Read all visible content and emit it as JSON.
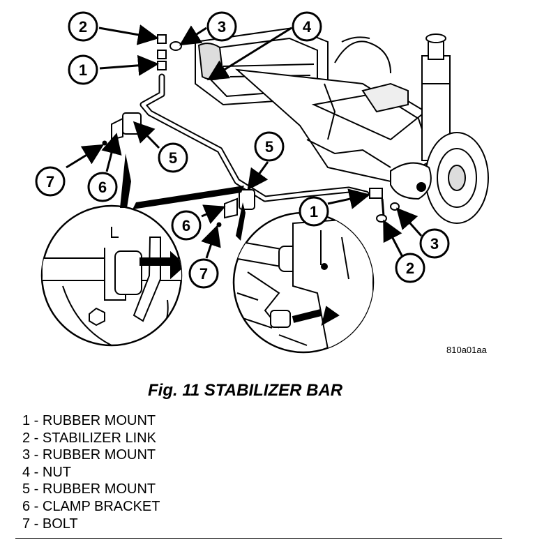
{
  "figure": {
    "title": "Fig. 11 STABILIZER BAR",
    "drawing_code": "810a01aa"
  },
  "callouts": [
    {
      "id": "c2a",
      "num": "2"
    },
    {
      "id": "c3a",
      "num": "3"
    },
    {
      "id": "c4",
      "num": "4"
    },
    {
      "id": "c1a",
      "num": "1"
    },
    {
      "id": "c5a",
      "num": "5"
    },
    {
      "id": "c7a",
      "num": "7"
    },
    {
      "id": "c6a",
      "num": "6"
    },
    {
      "id": "c5b",
      "num": "5"
    },
    {
      "id": "c6b",
      "num": "6"
    },
    {
      "id": "c7b",
      "num": "7"
    },
    {
      "id": "c1b",
      "num": "1"
    },
    {
      "id": "c3b",
      "num": "3"
    },
    {
      "id": "c2b",
      "num": "2"
    }
  ],
  "legend": [
    "1 - RUBBER MOUNT",
    "2 - STABILIZER LINK",
    "3 - RUBBER MOUNT",
    "4 - NUT",
    "5 - RUBBER MOUNT",
    "6 - CLAMP BRACKET",
    "7 - BOLT"
  ]
}
